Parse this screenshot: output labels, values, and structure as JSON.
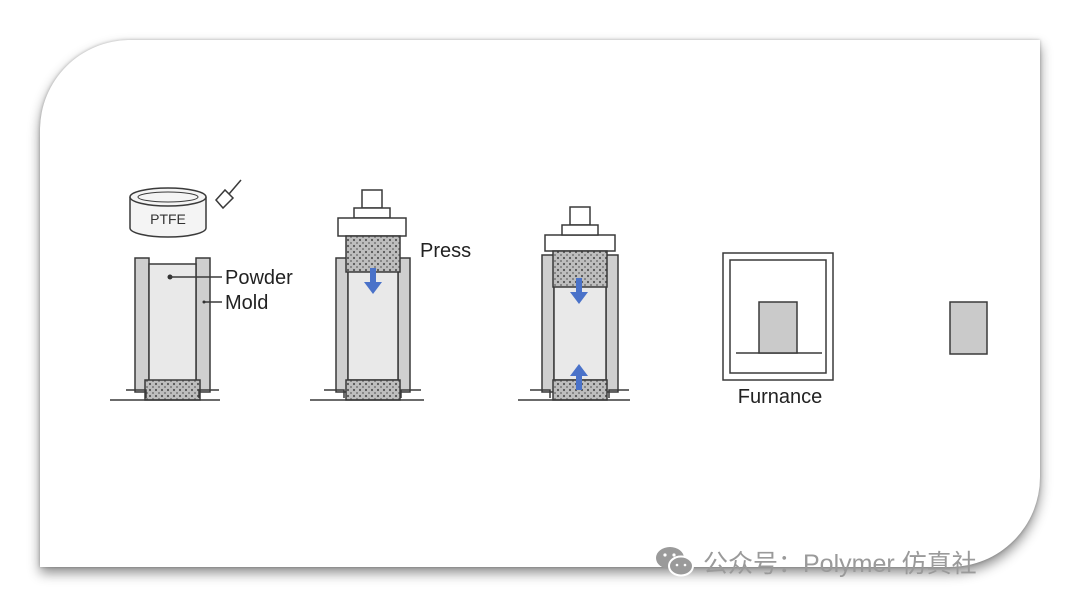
{
  "labels": {
    "can": "PTFE",
    "powder": "Powder",
    "mold": "Mold",
    "press": "Press",
    "furnace": "Furnance"
  },
  "colors": {
    "line": "#3a3a3a",
    "fill": "#e9e9e9",
    "wall": "#cfcfcf",
    "powder": "#bdbdbd",
    "arrow": "#4a72c9",
    "sample": "#cacaca"
  },
  "icons": [
    "scoop-icon",
    "down-arrow-icon",
    "up-arrow-icon",
    "wechat-icon"
  ],
  "watermark": {
    "text": "公众号：Polymer 仿真社"
  }
}
